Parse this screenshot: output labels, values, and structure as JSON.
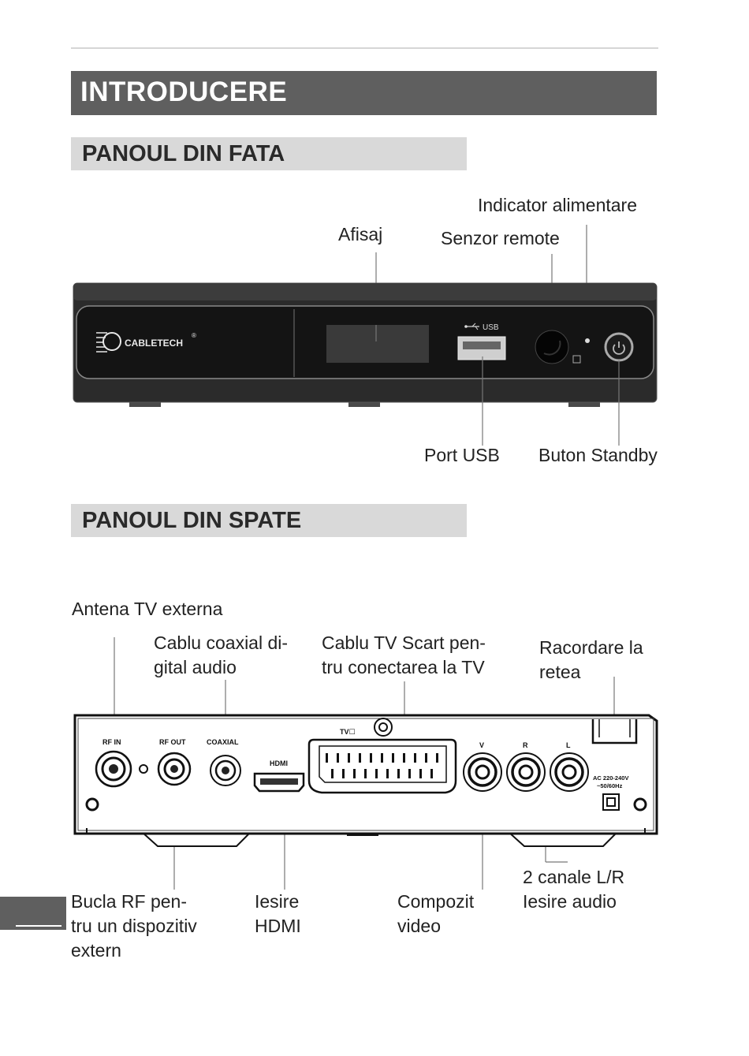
{
  "title": "INTRODUCERE",
  "sections": {
    "front": "PANOUL DIN FATA",
    "back": "PANOUL DIN SPATE"
  },
  "front_labels": {
    "indicator": "Indicator alimentare",
    "display": "Afisaj",
    "remote_sensor": "Senzor remote",
    "usb_port": "Port USB",
    "standby": "Buton Standby"
  },
  "front_device": {
    "brand": "CABLETECH",
    "registered": "®",
    "usb_text": "USB"
  },
  "back_labels": {
    "antenna": "Antena TV externa",
    "coaxial_1": "Cablu coaxial di-",
    "coaxial_2": "gital audio",
    "scart_1": "Cablu TV Scart pen-",
    "scart_2": "tru conectarea la TV",
    "network_1": "Racordare la",
    "network_2": "retea",
    "audio_1": "2 canale L/R",
    "audio_2": "Iesire audio",
    "rf_loop_1": "Bucla RF pen-",
    "rf_loop_2": "tru un dispozitiv",
    "rf_loop_3": "extern",
    "hdmi_1": "Iesire",
    "hdmi_2": "HDMI",
    "composite_1": "Compozit",
    "composite_2": "video"
  },
  "back_device": {
    "rf_in": "RF IN",
    "rf_out": "RF OUT",
    "coaxial": "COAXIAL",
    "hdmi": "HDMI",
    "tv": "TV☐",
    "v": "V",
    "r": "R",
    "l": "L",
    "ac_1": "AC 220-240V",
    "ac_2": "~50/60Hz"
  }
}
